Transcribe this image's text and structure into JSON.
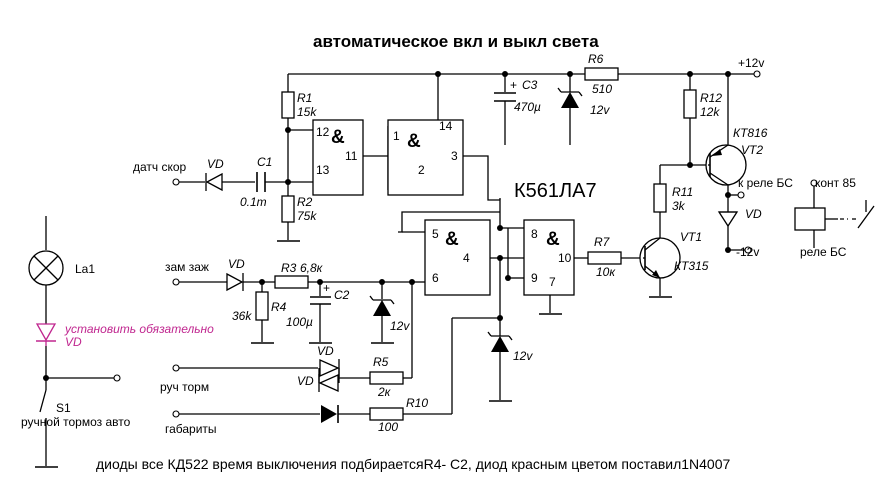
{
  "title": "автоматическое вкл и выкл света",
  "chip_name": "К561ЛА7",
  "supply": {
    "plus": "+12v",
    "minus": "-12v"
  },
  "inputs": {
    "speed_sensor": "датч скор",
    "ignition": "зам заж",
    "handbrake": "руч торм",
    "parking_lights": "габариты"
  },
  "components": {
    "R1": {
      "name": "R1",
      "value": "15k"
    },
    "R2": {
      "name": "R2",
      "value": "75k"
    },
    "R3": {
      "name": "R3",
      "value": "6,8к"
    },
    "R4": {
      "name": "R4",
      "value": "36k"
    },
    "R5": {
      "name": "R5",
      "value": "2к"
    },
    "R6": {
      "name": "R6",
      "value": "510"
    },
    "R7": {
      "name": "R7",
      "value": "10к"
    },
    "R10": {
      "name": "R10",
      "value": "100"
    },
    "R11": {
      "name": "R11",
      "value": "3k"
    },
    "R12": {
      "name": "R12",
      "value": "12k"
    },
    "C1": {
      "name": "C1",
      "value": "0.1m"
    },
    "C2": {
      "name": "C2",
      "value": "100µ"
    },
    "C3": {
      "name": "C3",
      "value": "470µ"
    },
    "VT1": {
      "name": "VT1",
      "type": "КТ315"
    },
    "VT2": {
      "name": "VT2",
      "type": "КТ816"
    },
    "VD": "VD",
    "zener": "12v",
    "lamp": "La1",
    "switch": "S1",
    "switch_desc": "ручной тормоз авто",
    "relay": "реле БС",
    "relay_contact": "к реле БС",
    "relay_output": "конт 85"
  },
  "gates": [
    {
      "pins": [
        "12",
        "13",
        "11"
      ]
    },
    {
      "pins": [
        "1",
        "14",
        "2",
        "3"
      ]
    },
    {
      "pins": [
        "5",
        "6",
        "4"
      ]
    },
    {
      "pins": [
        "8",
        "9",
        "10",
        "7"
      ]
    }
  ],
  "gate_symbol": "&",
  "diode_note": "установить обязательно",
  "diode_note_vd": "VD",
  "footer_note": "диоды все КД522 время выключения подбираетсяR4-  С2, диод красным цветом поставил1N4007",
  "colors": {
    "wire": "#000000",
    "highlight": "#c0268f",
    "background": "#ffffff"
  }
}
